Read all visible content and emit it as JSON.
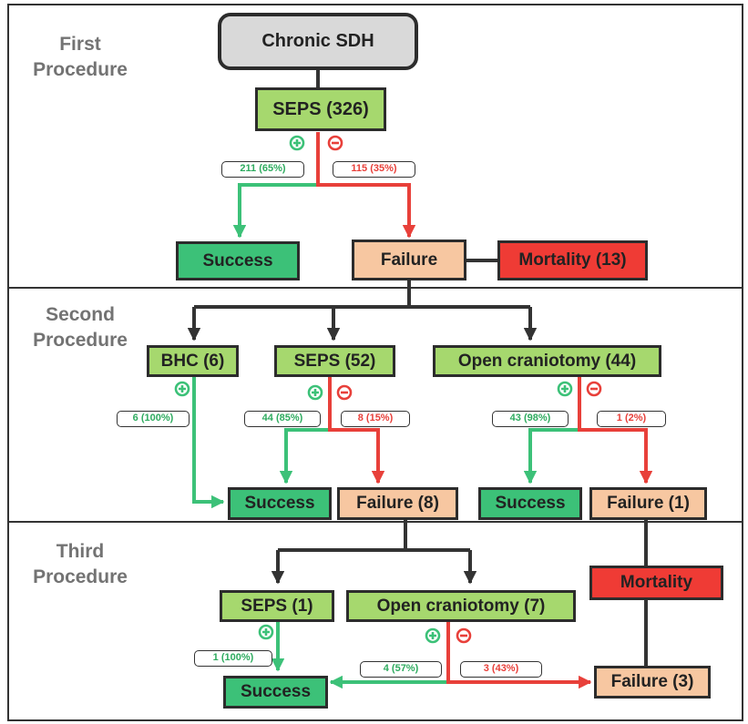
{
  "sections": {
    "first": {
      "line1": "First",
      "line2": "Procedure"
    },
    "second": {
      "line1": "Second",
      "line2": "Procedure"
    },
    "third": {
      "line1": "Third",
      "line2": "Procedure"
    }
  },
  "nodes": {
    "root": "Chronic SDH",
    "seps1": "SEPS (326)",
    "success1": "Success",
    "failure1": "Failure",
    "mortality1": "Mortality (13)",
    "bhc2": "BHC (6)",
    "seps2": "SEPS (52)",
    "open2": "Open craniotomy (44)",
    "success2a": "Success",
    "failure2a": "Failure (8)",
    "success2b": "Success",
    "failure2b": "Failure (1)",
    "seps3": "SEPS (1)",
    "open3": "Open craniotomy (7)",
    "mortality3": "Mortality",
    "success3": "Success",
    "failure3": "Failure (3)"
  },
  "outcomes": {
    "seps1_pos": "211 (65%)",
    "seps1_neg": "115 (35%)",
    "bhc2_pos": "6 (100%)",
    "seps2_pos": "44 (85%)",
    "seps2_neg": "8 (15%)",
    "open2_pos": "43 (98%)",
    "open2_neg": "1 (2%)",
    "seps3_pos": "1 (100%)",
    "open3_pos": "4 (57%)",
    "open3_neg": "3 (43%)"
  },
  "colors": {
    "success_line": "#3cc178",
    "failure_line": "#e8403a",
    "connector": "#333333",
    "procedure_box": "#a6d86e",
    "success_box": "#3cc178",
    "failure_box": "#f7c7a1",
    "mortality_box": "#ef3b35",
    "root_box": "#d9d9d9",
    "section_label": "#737373"
  },
  "icons": {
    "positive": "plus-circle-icon",
    "negative": "minus-circle-icon"
  }
}
